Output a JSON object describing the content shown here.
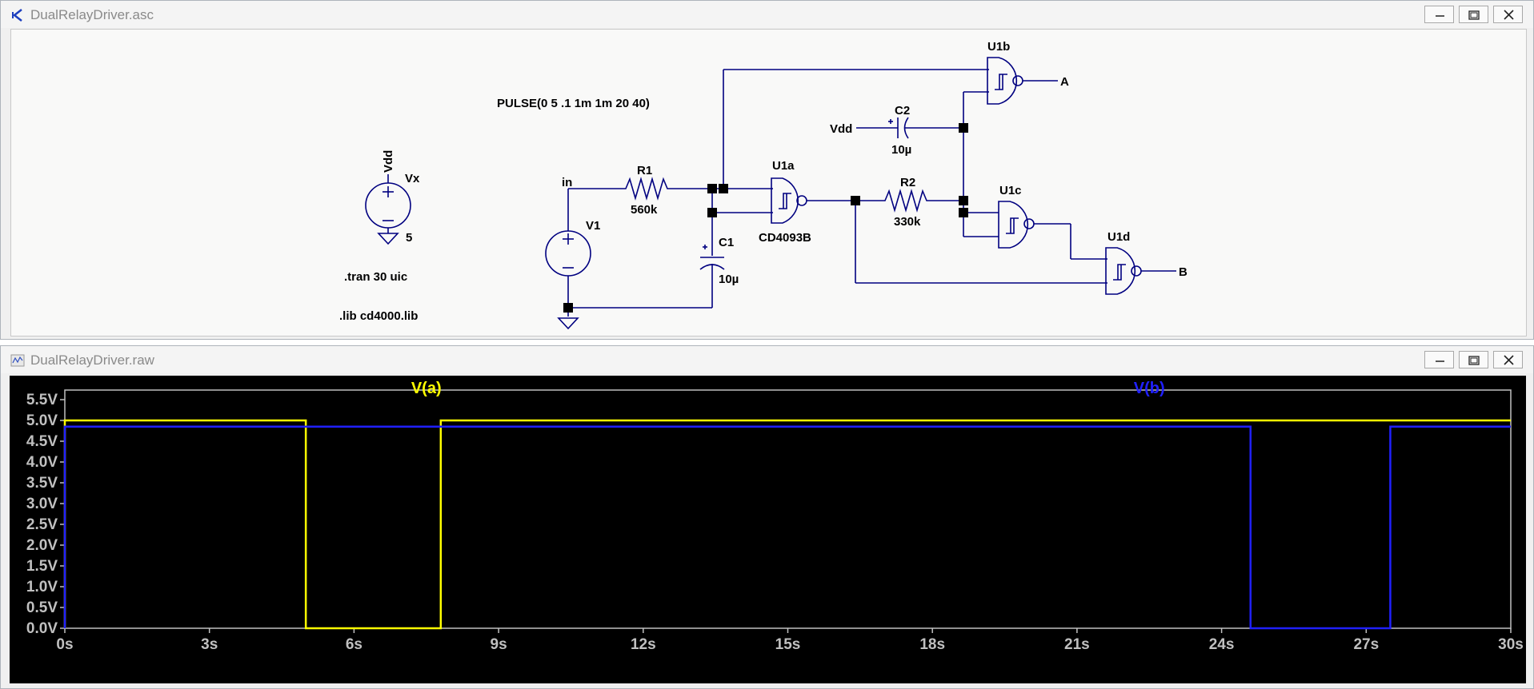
{
  "schematic_window": {
    "title": "DualRelayDriver.asc",
    "components": {
      "vdd_net": "Vdd",
      "vx_name": "Vx",
      "vx_value": "5",
      "v1_name": "V1",
      "in_label": "in",
      "r1_name": "R1",
      "r1_value": "560k",
      "c1_name": "C1",
      "c1_value": "10µ",
      "u1a_name": "U1a",
      "u1a_part": "CD4093B",
      "r2_name": "R2",
      "r2_value": "330k",
      "c2_name": "C2",
      "c2_value": "10µ",
      "c2_vdd": "Vdd",
      "u1b_name": "U1b",
      "u1c_name": "U1c",
      "u1d_name": "U1d",
      "out_a": "A",
      "out_b": "B"
    },
    "directives": {
      "pulse": "PULSE(0 5 .1 1m 1m 20 40)",
      "tran": ".tran 30 uic",
      "lib": ".lib cd4000.lib"
    }
  },
  "plot_window": {
    "title": "DualRelayDriver.raw"
  },
  "colors": {
    "wire": "#000080",
    "trace_a": "#ffff00",
    "trace_b": "#2020ff",
    "axis_text": "#c0c0c0",
    "plot_bg": "#000000"
  },
  "chart_data": {
    "type": "line",
    "xlim": [
      0,
      30
    ],
    "ylim": [
      0,
      5.5
    ],
    "x_ticks": [
      "0s",
      "3s",
      "6s",
      "9s",
      "12s",
      "15s",
      "18s",
      "21s",
      "24s",
      "27s",
      "30s"
    ],
    "y_ticks": [
      "0.0V",
      "0.5V",
      "1.0V",
      "1.5V",
      "2.0V",
      "2.5V",
      "3.0V",
      "3.5V",
      "4.0V",
      "4.5V",
      "5.0V",
      "5.5V"
    ],
    "series": [
      {
        "name": "V(a)",
        "color": "#ffff00",
        "points": [
          [
            0,
            0
          ],
          [
            0,
            5.0
          ],
          [
            5.0,
            5.0
          ],
          [
            5.0,
            0
          ],
          [
            7.8,
            0
          ],
          [
            7.8,
            5.0
          ],
          [
            30,
            5.0
          ]
        ]
      },
      {
        "name": "V(b)",
        "color": "#2020ff",
        "points": [
          [
            0,
            0
          ],
          [
            0,
            4.85
          ],
          [
            24.6,
            4.85
          ],
          [
            24.6,
            0
          ],
          [
            27.5,
            0
          ],
          [
            27.5,
            4.85
          ],
          [
            30,
            4.85
          ]
        ]
      }
    ]
  }
}
